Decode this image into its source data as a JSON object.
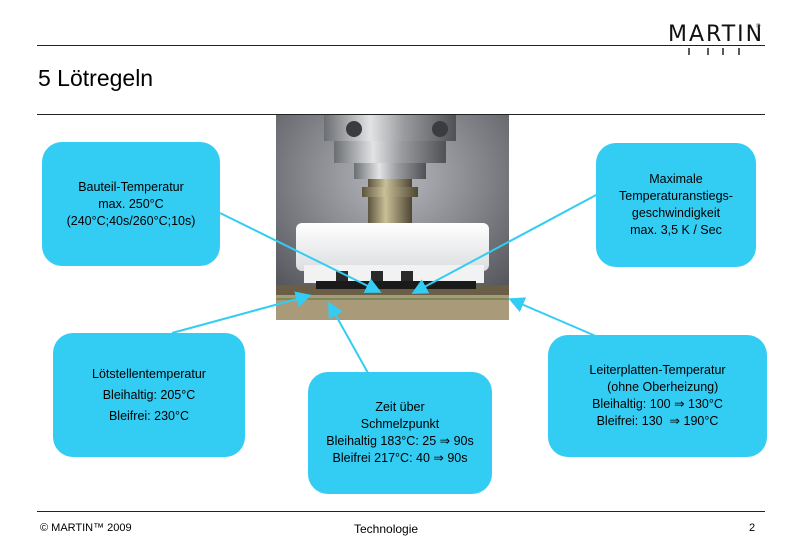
{
  "header": {
    "logo_text": "MARTIN",
    "logo_reg": "®",
    "title": "5 Lötregeln"
  },
  "callouts": {
    "bauteil": {
      "lines": [
        "Bauteil-Temperatur",
        "max. 250°C",
        "(240°C;40s/260°C;10s)"
      ]
    },
    "rate": {
      "lines": [
        "Maximale",
        "Temperaturanstiegs-",
        "geschwindigkeit",
        "max. 3,5 K / Sec"
      ]
    },
    "loetstelle": {
      "lines": [
        "Lötstellentemperatur",
        "Bleihaltig: 205°C",
        "Bleifrei: 230°C"
      ]
    },
    "zeit": {
      "lines": [
        "Zeit über",
        "Schmelzpunkt",
        "Bleihaltig 183°C: 25 ⇒ 90s",
        "Bleifrei 217°C: 40 ⇒ 90s"
      ]
    },
    "leiterplatte": {
      "lines": [
        "Leiterplatten-Temperatur",
        "   (ohne Oberheizung)",
        "Bleihaltig: 100 ⇒ 130°C",
        "Bleifrei: 130  ⇒ 190°C"
      ]
    }
  },
  "footer": {
    "copyright": "© MARTIN™ 2009",
    "center": "Technologie",
    "page": "2"
  },
  "colors": {
    "callout_fill": "#33ccf3",
    "arrow": "#33ccf3"
  }
}
